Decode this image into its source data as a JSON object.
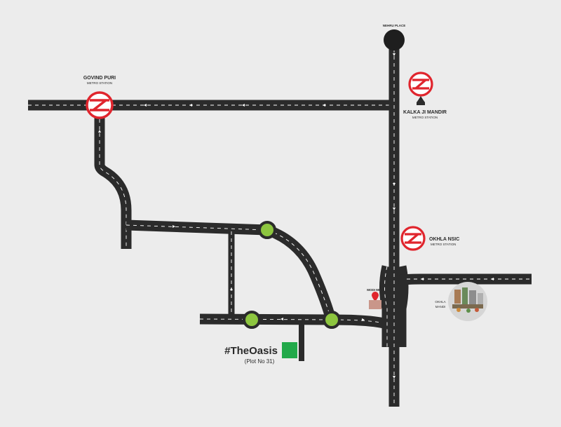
{
  "map": {
    "background": "#ececec",
    "road_color": "#2b2b2b",
    "roundabout_color": "#8dc63f",
    "metro_color": "#e0252d",
    "plot_color": "#22a94a",
    "landmark_color": "#c9968a"
  },
  "labels": {
    "nehru_place": "NEHRU PLACE",
    "govind_puri": "GOVIND PURI",
    "govind_puri_sub": "METRO STATION",
    "kalkaji": "KALKA JI MANDIR",
    "kalkaji_sub": "METRO STATION",
    "okhla_nsic": "OKHLA NSIC",
    "okhla_nsic_sub": "METRO STATION",
    "modi_mill": "MODI MILL",
    "okhla_mandi_1": "OKHLA",
    "okhla_mandi_2": "MANDI",
    "oasis_title": "#TheOasis",
    "oasis_plot": "(Plot No 31)"
  },
  "icons": {
    "metro": "metro-station-icon",
    "temple": "temple-icon",
    "pin": "location-pin-icon",
    "roundabout": "roundabout-icon",
    "landmark": "nehru-place-circle-icon"
  }
}
